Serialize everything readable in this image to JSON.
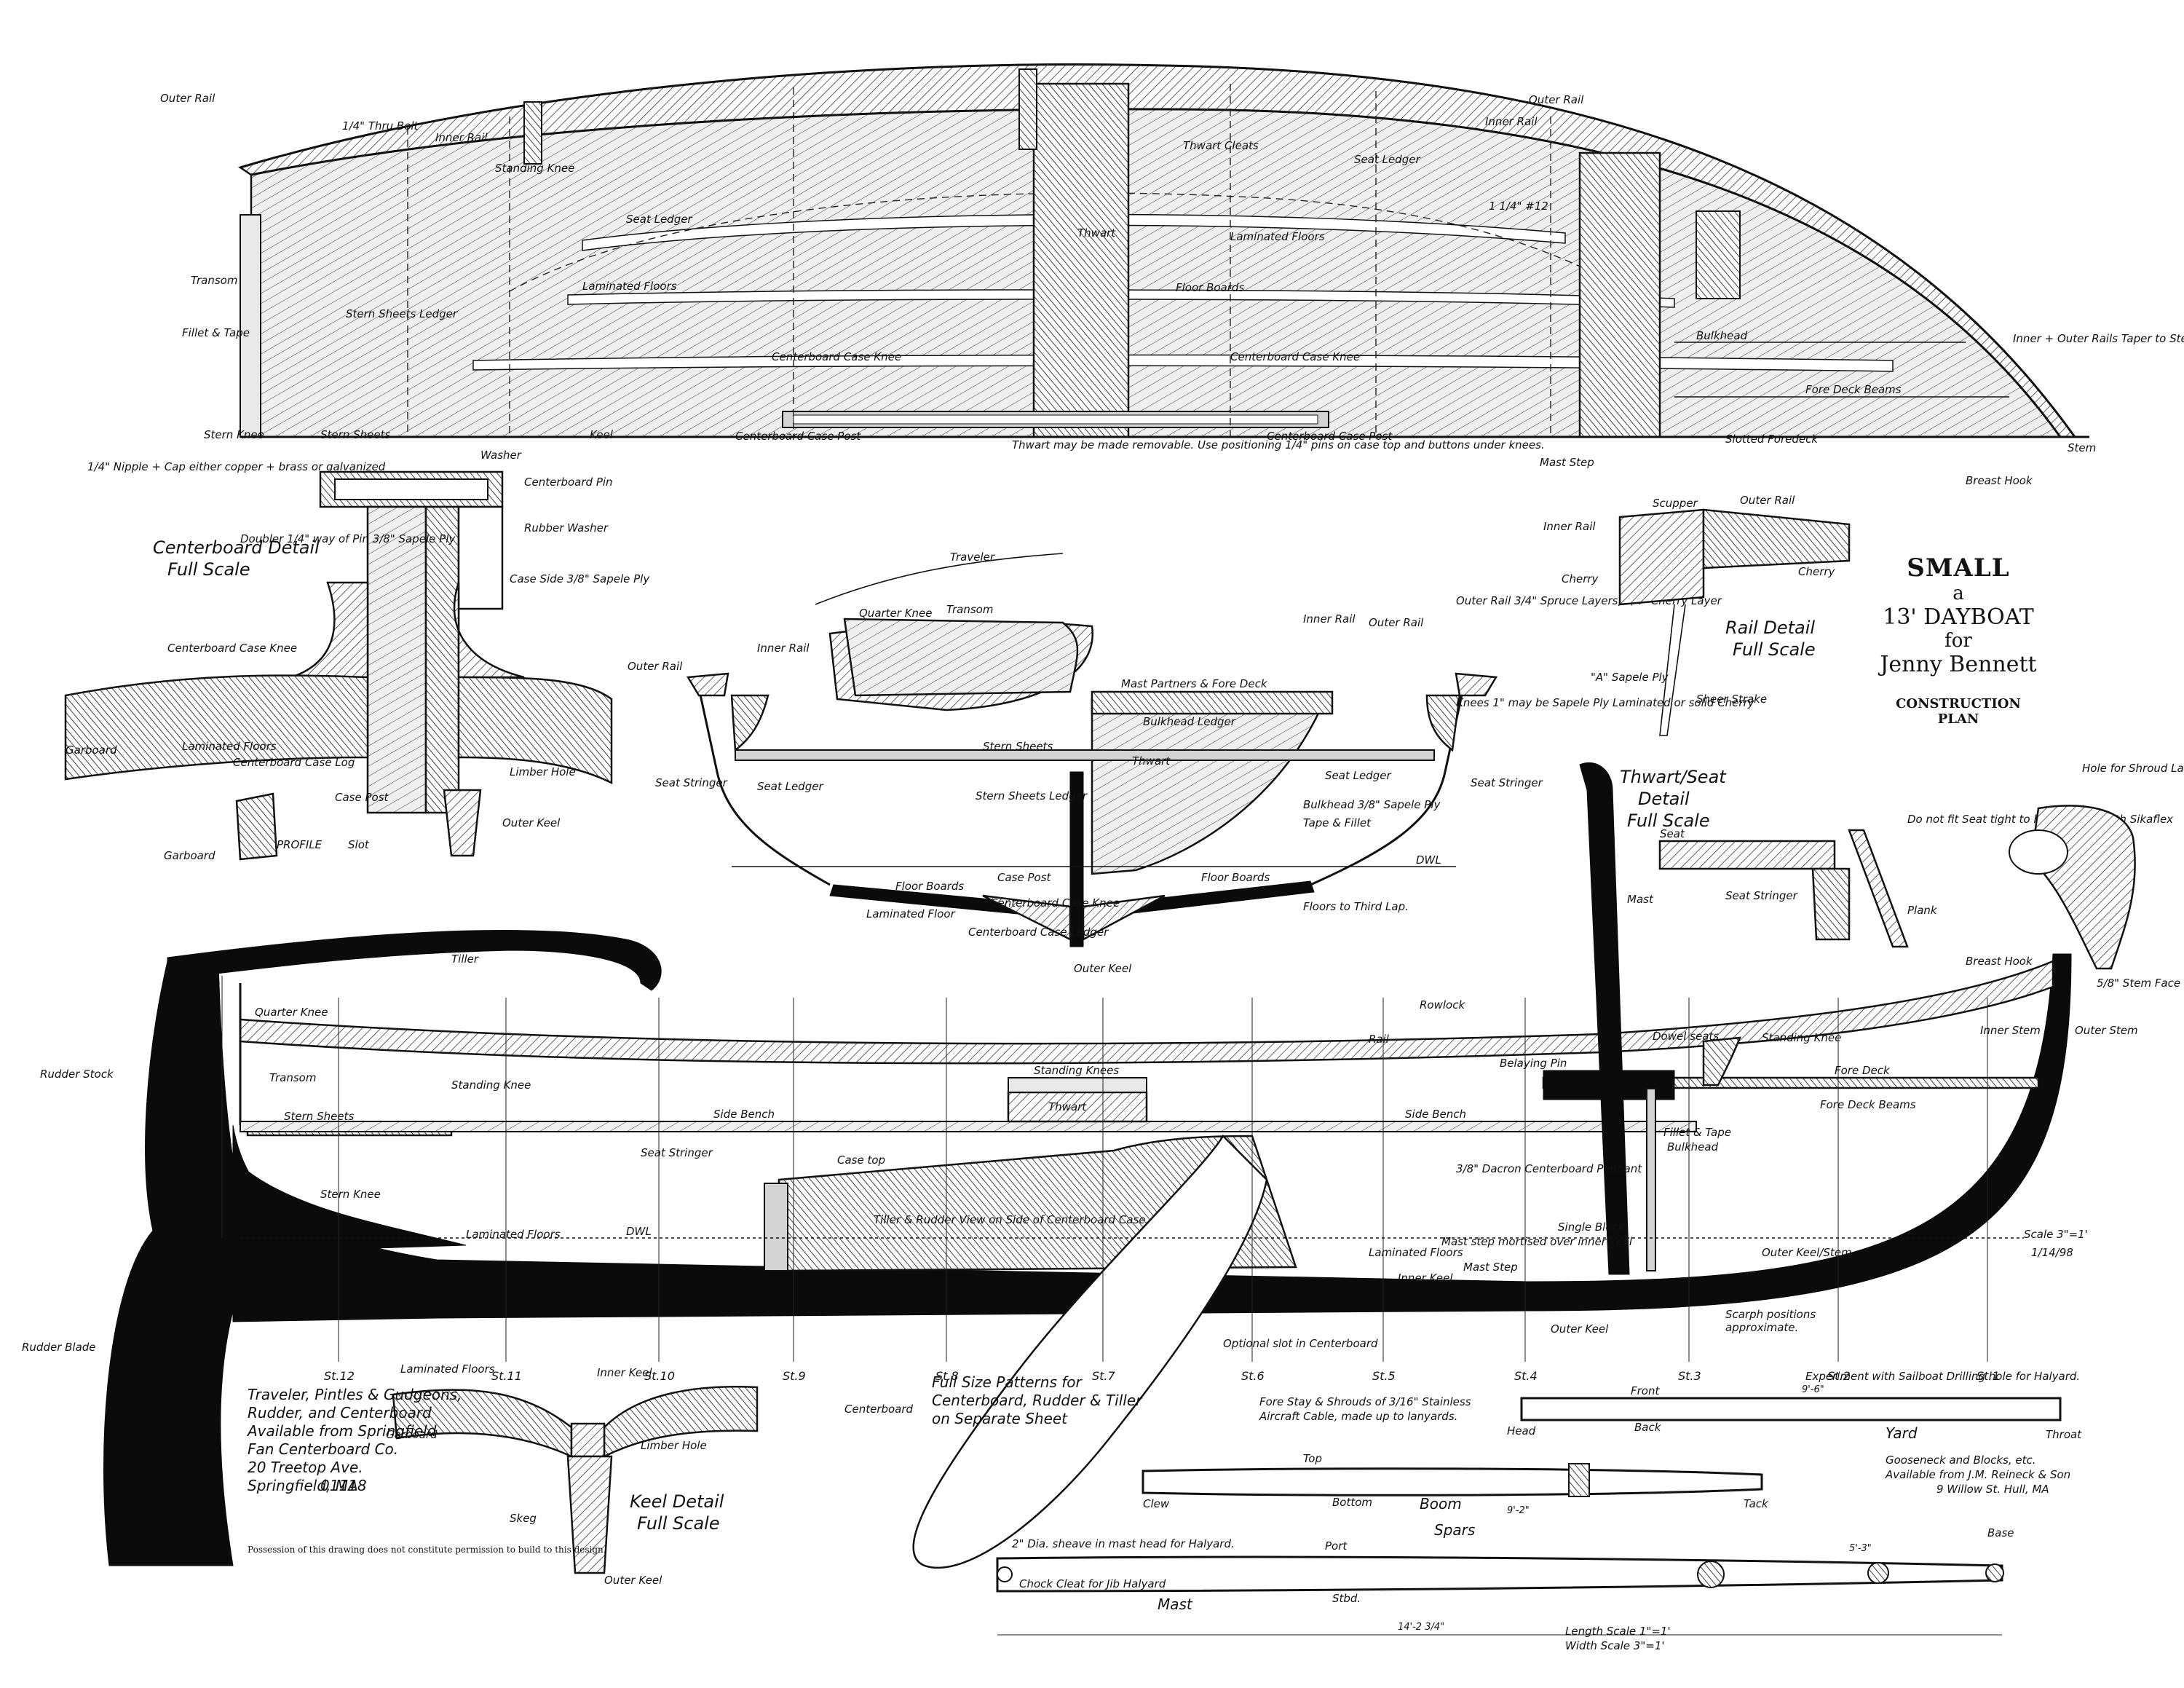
{
  "title": {
    "name": "SMALL",
    "a": "a",
    "boat": "13' DAYBOAT",
    "for": "for",
    "client": "Jenny Bennett",
    "sheet1": "CONSTRUCTION",
    "sheet2": "PLAN"
  },
  "scale_note": {
    "scale": "Scale 3\"=1'",
    "date": "1/14/98"
  },
  "possession_note": "Possession of this drawing does not constitute permission to build to this design.",
  "supplier_notes": {
    "hardware": [
      "Traveler, Pintles & Gudgeons,",
      "Rudder, and Centerboard",
      "Available from Springfield",
      "Fan Centerboard Co.",
      "20 Treetop Ave.",
      "Springfield, MA",
      "01118"
    ],
    "gooseneck": [
      "Gooseneck and Blocks, etc.",
      "Available from J.M. Reineck & Son",
      "9 Willow St. Hull, MA"
    ],
    "patterns": [
      "Full Size Patterns for",
      "Centerboard, Rudder & Tiller",
      "on Separate Sheet"
    ],
    "shrouds": [
      "Fore Stay & Shrouds of 3/16\" Stainless",
      "Aircraft Cable, made up to lanyards."
    ],
    "scarph": [
      "Scarph positions",
      "approximate."
    ]
  },
  "section_titles": {
    "centerboard_detail": [
      "Centerboard Detail",
      "Full Scale"
    ],
    "rail_detail": [
      "Rail Detail",
      "Full Scale"
    ],
    "thwart_detail": [
      "Thwart/Seat",
      "Detail",
      "Full Scale"
    ],
    "keel_detail": [
      "Keel Detail",
      "Full Scale"
    ],
    "spars": "Spars",
    "mast": "Mast",
    "boom": "Boom",
    "yard": "Yard"
  },
  "plan_labels": {
    "outer_rail": "Outer Rail",
    "inner_rail": "Inner Rail",
    "standing_knee": "Standing Knee",
    "thwart": "Thwart",
    "thwart_cleats": "Thwart Cleats",
    "seat_ledger": "Seat Ledger",
    "laminated_floors": "Laminated Floors",
    "floor_boards": "Floor Boards",
    "centerboard_case_knee": "Centerboard Case Knee",
    "centerboard_case_post": "Centerboard Case Post",
    "stern_sheets_ledger": "Stern Sheets Ledger",
    "stern_knee": "Stern Knee",
    "stern_sheets": "Stern Sheets",
    "keel": "Keel",
    "transom": "Transom",
    "fillet_tape": "Fillet & Tape",
    "bulkhead": "Bulkhead",
    "mast_step": "Mast Step",
    "slotted_foredeck": "Slotted Foredeck",
    "fore_deck_beams": "Fore Deck Beams",
    "breast_hook": "Breast Hook",
    "stem": "Stem",
    "inner_outer_rails_taper": "Inner + Outer Rails Taper to Stem",
    "thwart_note": "Thwart may be made removable. Use positioning 1/4\" pins on case top and buttons under knees.",
    "bolt_14": "1/4\" Thru Bolt",
    "screw_12": "1 1/4\" #12"
  },
  "profile_labels": {
    "rudder_stock": "Rudder Stock",
    "rudder_blade": "Rudder Blade",
    "tiller": "Tiller",
    "quarter_knee": "Quarter Knee",
    "transom": "Transom",
    "stern_sheets": "Stern Sheets",
    "stern_knee": "Stern Knee",
    "standing_knees": "Standing Knees",
    "side_bench": "Side Bench",
    "seat_stringer": "Seat Stringer",
    "case_top": "Case top",
    "tiller_rudder_note": "Tiller & Rudder View on Side of Centerboard Case.",
    "rail": "Rail",
    "mast": "Mast",
    "dowel_seats": "Dowel seats",
    "standing_knee": "Standing Knee",
    "inner_stem": "Inner Stem",
    "outer_stem": "Outer Stem",
    "breast_hook": "Breast Hook",
    "fore_deck": "Fore Deck",
    "fore_deck_beams": "Fore Deck Beams",
    "dacron_pennant": "3/8\" Dacron Centerboard Pennant",
    "mast_step_mortised": "Mast step mortised over inner keel",
    "single_block": "Single Block",
    "mast_step": "Mast Step",
    "inner_keel": "Inner Keel",
    "outer_keel": "Outer Keel",
    "outer_keel_stem": "Outer Keel/Stem",
    "laminated_floors": "Laminated Floors",
    "optional_slot": "Optional slot in Centerboard",
    "centerboard": "Centerboard",
    "dwl": "DWL",
    "belaying_pin": "Belaying Pin",
    "rowlock": "Rowlock",
    "bulkhead": "Bulkhead",
    "fillet_tape": "Fillet & Tape"
  },
  "stations": [
    "St.12",
    "St.11",
    "St.10",
    "St.9",
    "St.8",
    "St.7",
    "St.6",
    "St.5",
    "St.4",
    "St.3",
    "St.2",
    "St.1"
  ],
  "section_labels": {
    "traveler": "Traveler",
    "quarter_knee": "Quarter Knee",
    "transom": "Transom",
    "outer_rail": "Outer Rail",
    "inner_rail": "Inner Rail",
    "mast_partners": "Mast Partners & Fore Deck",
    "bulkhead_ledger": "Bulkhead Ledger",
    "stern_sheets": "Stern Sheets",
    "stern_sheets_ledger": "Stern Sheets Ledger",
    "thwart": "Thwart",
    "seat_ledger": "Seat Ledger",
    "seat_stringer": "Seat Stringer",
    "bulkhead_ply": "Bulkhead 3/8\" Sapele Ply",
    "tape_fillet": "Tape & Fillet",
    "floor_boards": "Floor Boards",
    "case_post": "Case Post",
    "centerboard_case_knee": "Centerboard Case Knee",
    "centerboard_case_ledger": "Centerboard Case Ledger",
    "laminated_floor": "Laminated Floor",
    "outer_keel": "Outer Keel",
    "floors_note": "Floors to Third Lap.",
    "dwl": "DWL",
    "knees_note": "Knees 1\" may be Sapele Ply Laminated or solid Cherry",
    "spruce_note": "Outer Rail 3/4\" Spruce Layers, 3/4\" Cherry Layer"
  },
  "detail_labels": {
    "cb_nipple": "1/4\" Nipple + Cap either copper + brass or galvanized",
    "washer": "Washer",
    "centerboard_pin": "Centerboard Pin",
    "rubber_washer": "Rubber Washer",
    "doubler": "Doubler 1/4\" way of Pin 3/8\" Sapele Ply",
    "case_side": "Case Side 3/8\" Sapele Ply",
    "cb_case_knee": "Centerboard Case Knee",
    "garboard": "Garboard",
    "laminated_floors": "Laminated Floors",
    "cb_case_log": "Centerboard Case Log",
    "limber_hole": "Limber Hole",
    "case_post": "Case Post",
    "profile": "PROFILE",
    "slot": "Slot",
    "outer_keel": "Outer Keel",
    "inner_keel": "Inner Keel",
    "skeg": "Skeg",
    "scupper": "Scupper",
    "cherry": "Cherry",
    "sapele_ply": "\"A\" Sapele Ply",
    "sheer_strake": "Sheer Strake",
    "seat": "Seat",
    "seat_stringer": "Seat Stringer",
    "plank": "Plank",
    "donot_fit": "Do not fit Seat tight to hull. Fill gap with Sikaflex",
    "hole_lanyard": "Hole for Shroud Lanyard",
    "stem_face": "5/8\" Stem Face"
  },
  "spar_labels": {
    "front": "Front",
    "back": "Back",
    "head": "Head",
    "throat": "Throat",
    "top": "Top",
    "bottom": "Bottom",
    "clew": "Clew",
    "tack": "Tack",
    "port": "Port",
    "stbd": "Stbd.",
    "base": "Base",
    "yard_note": "Experiment with Sailboat Drilling hole for Halyard.",
    "sheave_note": "2\" Dia. sheave in mast head for Halyard.",
    "cleat_note": "Chock Cleat for Jib Halyard",
    "length_scale": "Length Scale 1\"=1'",
    "width_scale": "Width Scale 3\"=1'",
    "yard_len": "9'-6\"",
    "boom_len": "9'-2\"",
    "mast_len": "14'-2 3/4\"",
    "mast_base": "5'-3\""
  }
}
